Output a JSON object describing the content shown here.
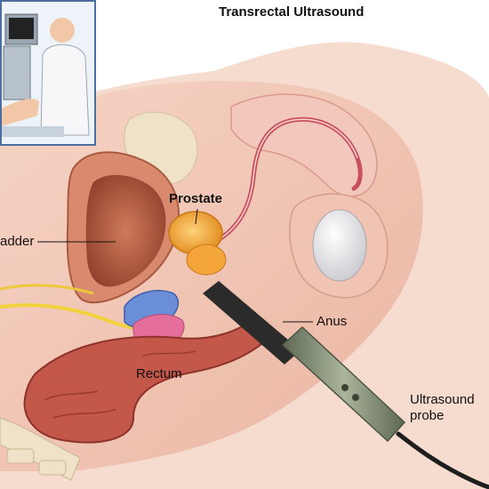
{
  "title": "Transrectal Ultrasound",
  "labels": {
    "bladder": "adder",
    "prostate": "Prostate",
    "anus": "Anus",
    "rectum": "Rectum",
    "probe_line1": "Ultrasound",
    "probe_line2": "probe"
  },
  "colors": {
    "skin": "#f2c6b4",
    "tissue": "#e9a38c",
    "rectum": "#c2574a",
    "bladder": "#b25a3e",
    "prostate": "#f0a030",
    "seminal_vesicle": "#6b8fd6",
    "probe_body": "#7e8a72",
    "bone": "#efe2c8",
    "inset_border": "#4a6fa0"
  }
}
